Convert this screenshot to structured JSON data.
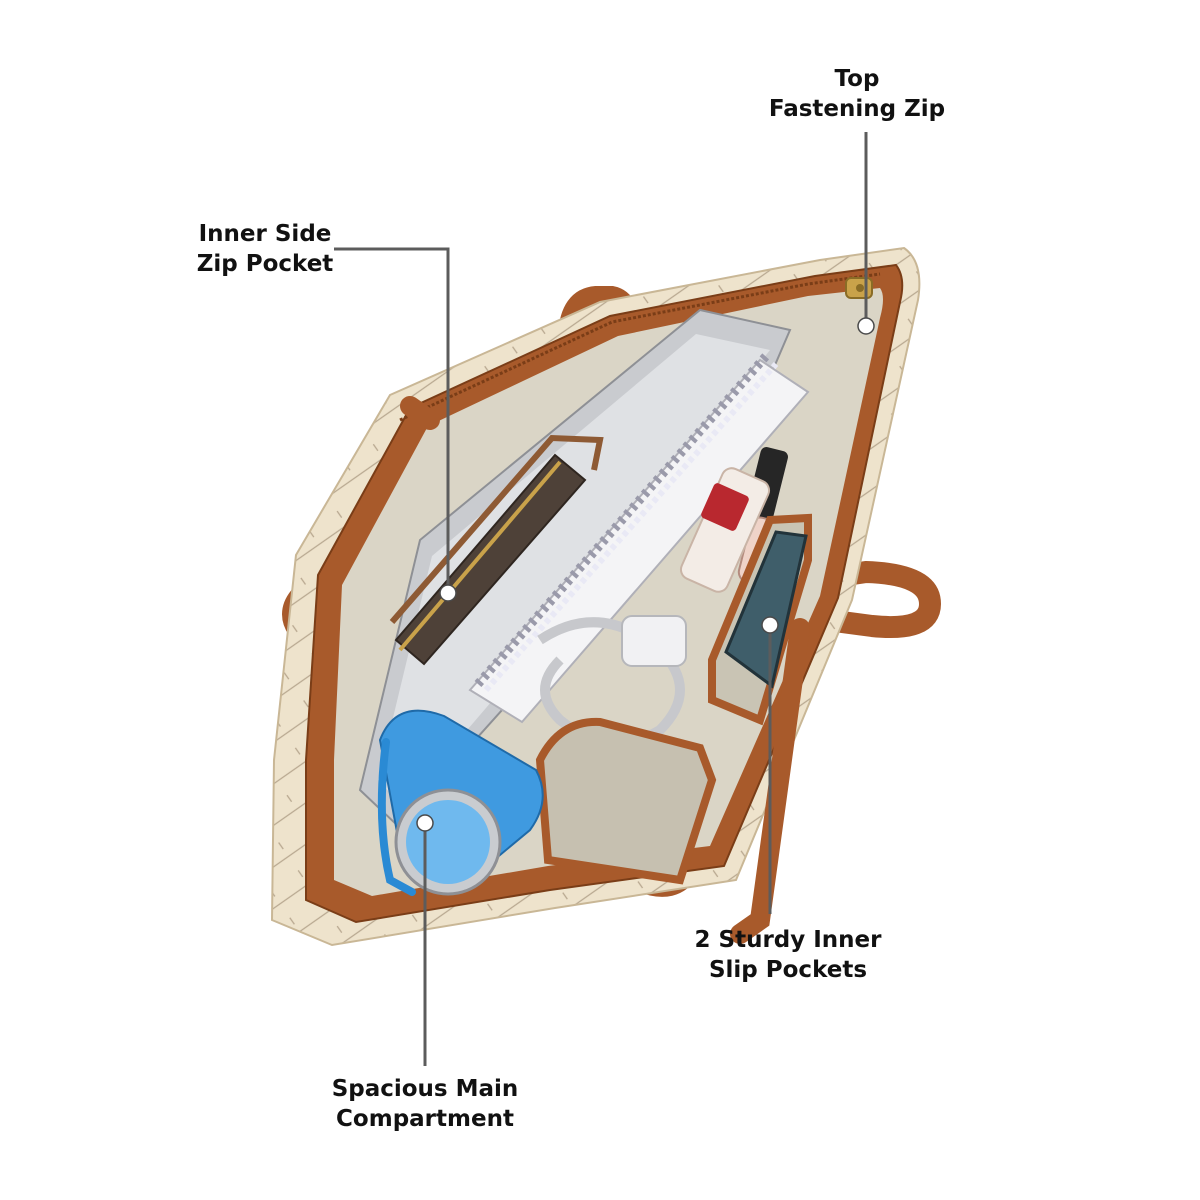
{
  "callouts": {
    "top_zip": {
      "line1": "Top",
      "line2": "Fastening Zip"
    },
    "side_pocket": {
      "line1": "Inner Side",
      "line2": "Zip Pocket"
    },
    "slip_pockets": {
      "line1": "2 Sturdy Inner",
      "line2": "Slip Pockets"
    },
    "main_compartment": {
      "line1": "Spacious Main",
      "line2": "Compartment"
    }
  },
  "colors": {
    "leather": "#a85a2b",
    "leather_dark": "#7a3d17",
    "canvas": "#eee3cc",
    "lining": "#dad5c6",
    "leader_line": "#5c5c5c",
    "bottle": "#3f9ae0",
    "label_text": "#111111"
  }
}
